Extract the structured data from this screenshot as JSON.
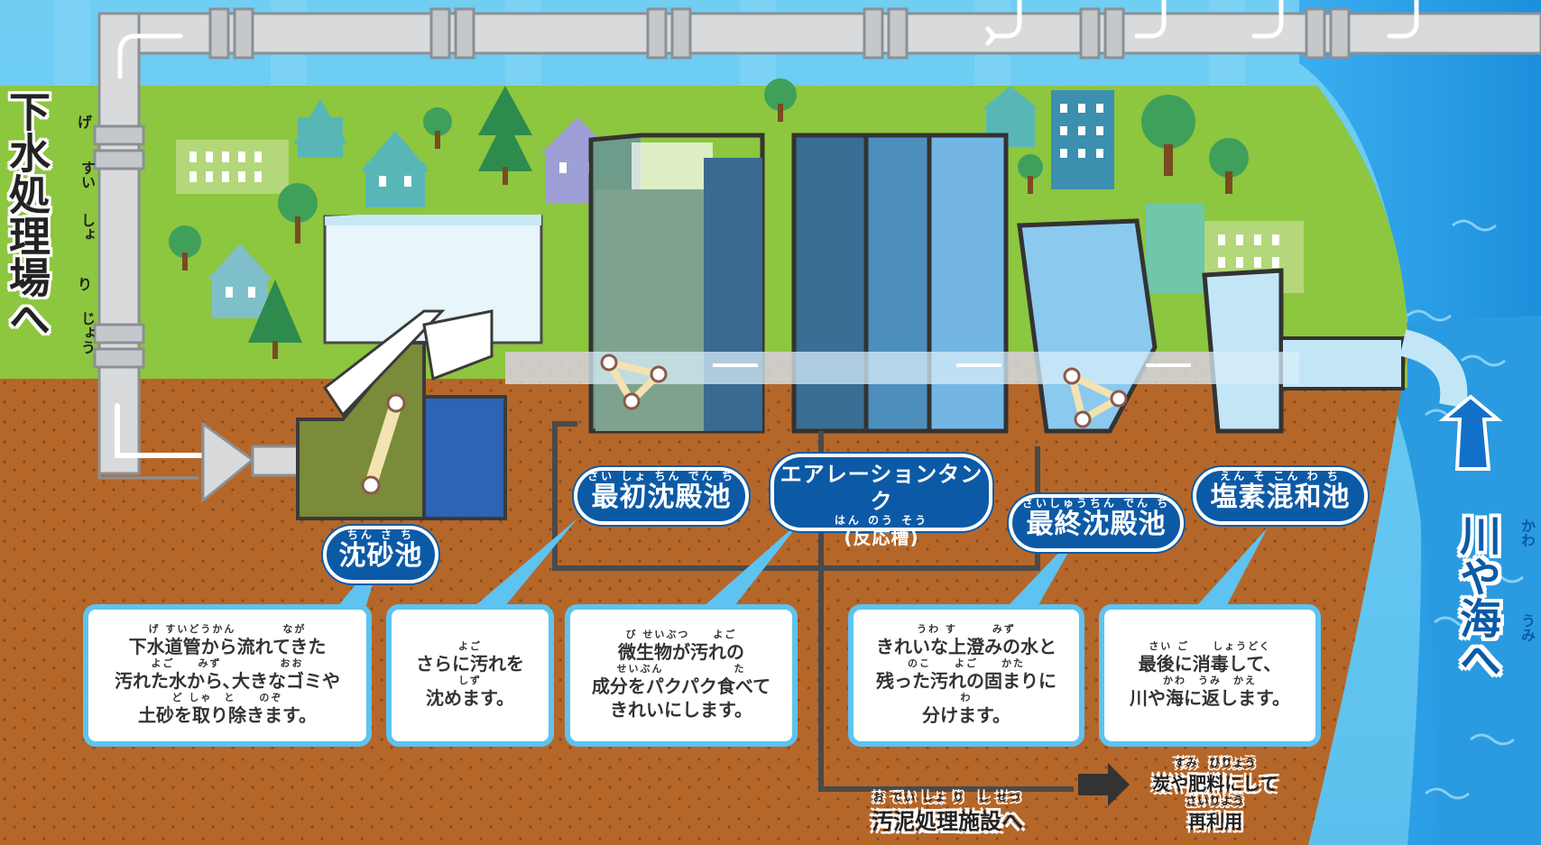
{
  "left_title": {
    "text": "下水処理場へ",
    "ruby": [
      "げ",
      "すい",
      "しょ",
      "り",
      "じょう"
    ]
  },
  "right_title": {
    "text": "川や海へ",
    "ruby_kawa": "かわ",
    "ruby_umi": "うみ"
  },
  "labels": {
    "chinsachi": {
      "text": "沈砂池",
      "ruby": "ちん さ ち"
    },
    "saisho": {
      "text": "最初沈殿池",
      "ruby": "さい しょ ちん でん ち"
    },
    "aeration": {
      "text": "エアレーションタンク",
      "sub": "(反応槽)",
      "sub_ruby": "はん のう そう"
    },
    "saishu": {
      "text": "最終沈殿池",
      "ruby": "さいしゅうちん でん ち"
    },
    "enso": {
      "text": "塩素混和池",
      "ruby": "えん そ こん わ ち"
    }
  },
  "descriptions": {
    "chinsachi": [
      {
        "ruby": "げ すいどうかん　　　　なが",
        "text": "下水道管から流れてきた"
      },
      {
        "ruby": "よご　　みず　　　　　おお",
        "text": "汚れた水から､大きなゴミや"
      },
      {
        "ruby": "ど しゃ　と　　のぞ",
        "text": "土砂を取り除きます。"
      }
    ],
    "saisho": [
      {
        "ruby": "よご",
        "text": "さらに汚れを"
      },
      {
        "ruby": "しず",
        "text": "沈めます。"
      }
    ],
    "aeration": [
      {
        "ruby": "び せいぶつ　　よご",
        "text": "微生物が汚れの"
      },
      {
        "ruby": "せいぶん　　　　　　た",
        "text": "成分をパクパク食べて"
      },
      {
        "ruby": "",
        "text": "きれいにします。"
      }
    ],
    "saishu": [
      {
        "ruby": "うわ す　　　みず",
        "text": "きれいな上澄みの水と"
      },
      {
        "ruby": "のこ　　よご　　かた",
        "text": "残った汚れの固まりに"
      },
      {
        "ruby": "わ",
        "text": "分けます。"
      }
    ],
    "enso": [
      {
        "ruby": "さい ご　　しょうどく",
        "text": "最後に消毒して、"
      },
      {
        "ruby": "かわ　うみ　かえ",
        "text": "川や海に返します。"
      }
    ]
  },
  "sludge": {
    "text": "汚泥処理施設へ",
    "ruby": "お でい しょ り　し せつ"
  },
  "reuse": {
    "line1": "炭や肥料にして",
    "line1_ruby": "すみ　ひりょう",
    "line2": "再利用",
    "line2_ruby": "さいりよう"
  },
  "colors": {
    "sky": "#5fc3ef",
    "grass": "#8dc63f",
    "soil": "#b5672a",
    "river": "#2a9be0",
    "pipe": "#d8dadc",
    "label_bg": "#0c5aa6",
    "box_border": "#5ec3f0"
  }
}
